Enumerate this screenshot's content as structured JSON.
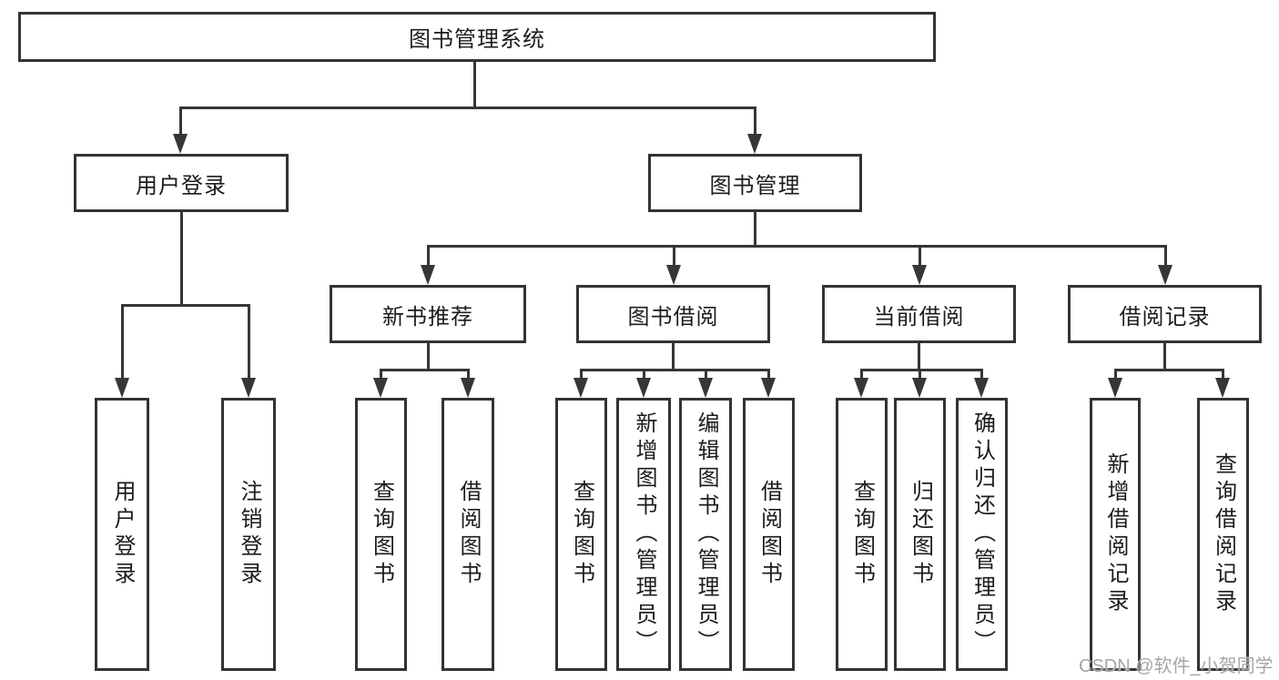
{
  "diagram": {
    "tree": {
      "label": "图书管理系统",
      "children": [
        {
          "label": "用户登录",
          "children": [
            {
              "label": "用户登录"
            },
            {
              "label": "注销登录"
            }
          ]
        },
        {
          "label": "图书管理",
          "children": [
            {
              "label": "新书推荐",
              "children": [
                {
                  "label": "查询图书"
                },
                {
                  "label": "借阅图书"
                }
              ]
            },
            {
              "label": "图书借阅",
              "children": [
                {
                  "label": "查询图书"
                },
                {
                  "label": "新增图书（管理员）"
                },
                {
                  "label": "编辑图书（管理员）"
                },
                {
                  "label": "借阅图书"
                }
              ]
            },
            {
              "label": "当前借阅",
              "children": [
                {
                  "label": "查询图书"
                },
                {
                  "label": "归还图书"
                },
                {
                  "label": "确认归还（管理员）"
                }
              ]
            },
            {
              "label": "借阅记录",
              "children": [
                {
                  "label": "新增借阅记录"
                },
                {
                  "label": "查询借阅记录"
                }
              ]
            }
          ]
        }
      ]
    }
  },
  "watermark": {
    "text": "CSDN @软件_小贺同学",
    "color": "#a6a6a6"
  },
  "colors": {
    "line": "#363636",
    "box_border": "#333333",
    "box_fill": "#ffffff",
    "text": "#1c1c1c"
  }
}
